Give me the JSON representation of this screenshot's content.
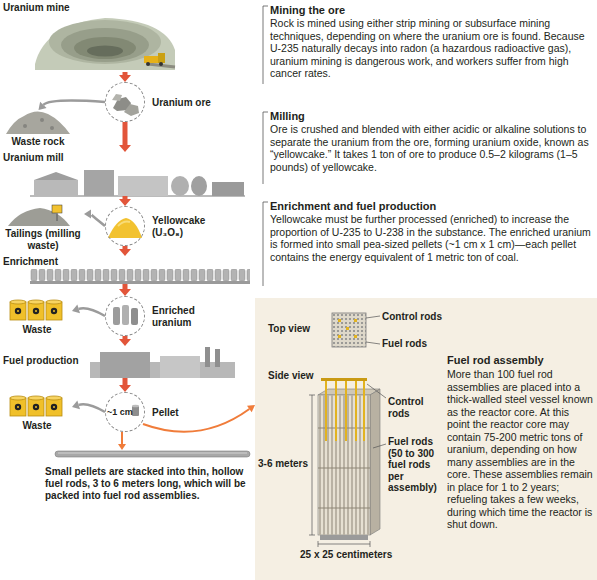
{
  "diagram": {
    "nodes": [
      {
        "text": [
          "Uranium mine"
        ]
      },
      {
        "text": [
          "Uranium ore"
        ]
      },
      {
        "text": [
          "Waste rock"
        ]
      },
      {
        "text": [
          "Uranium mill"
        ]
      },
      {
        "text": [
          "Yellowcake (U₃O₈)"
        ]
      },
      {
        "text": [
          "Tailings (milling waste)"
        ]
      },
      {
        "text": [
          "Enrichment"
        ]
      },
      {
        "text": [
          "Enriched uranium"
        ]
      },
      {
        "text": [
          "Waste"
        ]
      },
      {
        "text": [
          "Fuel production"
        ]
      },
      {
        "text": [
          "Pellet"
        ]
      },
      {
        "text": [
          "Waste"
        ]
      },
      {
        "text": [
          "Fuel rod assembly",
          "More than 100 fuel rod assemblies are placed into a thick-walled steel vessel known as the reactor core. At this point the reactor core may contain 75-200 metric tons of uranium, depending on how many assemblies are in the core. These assemblies remain in place for 1 to 2 years; refueling takes a few weeks, during which time the reactor is shut down."
        ]
      }
    ],
    "edges": [
      {
        "from": 0,
        "to": 1,
        "arrow": "to"
      },
      {
        "from": 1,
        "to": 2,
        "arrow": "to"
      },
      {
        "from": 1,
        "to": 3,
        "arrow": "to"
      },
      {
        "from": 3,
        "to": 4,
        "arrow": "to"
      },
      {
        "from": 4,
        "to": 5,
        "arrow": "to"
      },
      {
        "from": 4,
        "to": 6,
        "arrow": "to"
      },
      {
        "from": 6,
        "to": 7,
        "arrow": "to"
      },
      {
        "from": 7,
        "to": 8,
        "arrow": "to"
      },
      {
        "from": 7,
        "to": 9,
        "arrow": "to"
      },
      {
        "from": 9,
        "to": 10,
        "arrow": "to"
      },
      {
        "from": 10,
        "to": 11,
        "arrow": "to"
      },
      {
        "from": 10,
        "to": 12,
        "arrow": "to"
      }
    ],
    "labels": [
      "Mining the ore",
      "Rock is mined using either strip mining or subsurface mining techniques, depending on where the uranium ore is found. Because U-235 naturally decays into radon (a hazardous radioactive gas), uranium mining is dangerous work, and workers suffer from high cancer rates.",
      "Milling",
      "Ore is crushed and blended with either acidic or alkaline solutions to separate the uranium from the ore, forming uranium oxide, known as “yellowcake.” It takes 1 ton of ore to produce 0.5–2 kilograms (1–5 pounds) of yellowcake.",
      "Enrichment and fuel production",
      "Yellowcake must be further processed (enriched) to increase the proportion of U-235 to U-238 in the substance. The enriched uranium is formed into small pea-sized pellets (~1 cm x 1 cm)—each pellet contains the energy equivalent of 1 metric ton of coal.",
      "~1 cm",
      "Small pellets are stacked into thin, hollow fuel rods, 3 to 6 meters long, which will be packed into fuel rod assemblies.",
      "Top view",
      "Control rods",
      "Fuel rods",
      "Side view",
      "3-6 meters",
      "Control rods",
      "Fuel rods (50 to 300 fuel rods per assembly)",
      "25 x 25 centimeters"
    ]
  }
}
